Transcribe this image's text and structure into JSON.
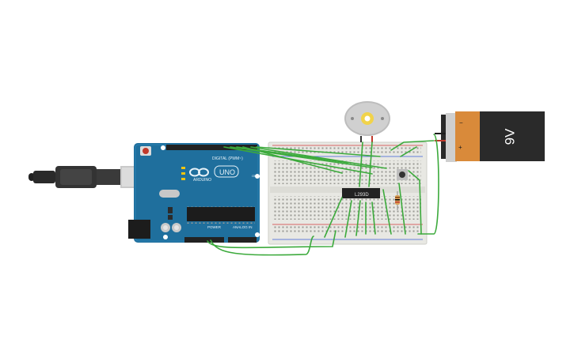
{
  "arduino": {
    "brand": "ARDUINO",
    "model": "UNO",
    "digital_label": "DIGITAL (PWM~)",
    "power_label": "POWER",
    "analog_label": "ANALOG IN",
    "on_label": "ON"
  },
  "chip": {
    "label": "L293D"
  },
  "battery": {
    "voltage": "9V",
    "minus": "−",
    "plus": "+"
  },
  "colors": {
    "board_blue": "#1f6f9d",
    "wire_green": "#3caa3c",
    "battery_orange": "#d98a3a",
    "battery_black": "#2a2a2a",
    "breadboard": "#e8e8e3",
    "rail_red": "#d43a3a",
    "rail_blue": "#3a5fd4"
  },
  "icons": {
    "usb_cable": "usb-cable-icon",
    "dc_motor": "dc-motor-icon",
    "push_button": "push-button-icon",
    "resistor": "resistor-icon"
  }
}
